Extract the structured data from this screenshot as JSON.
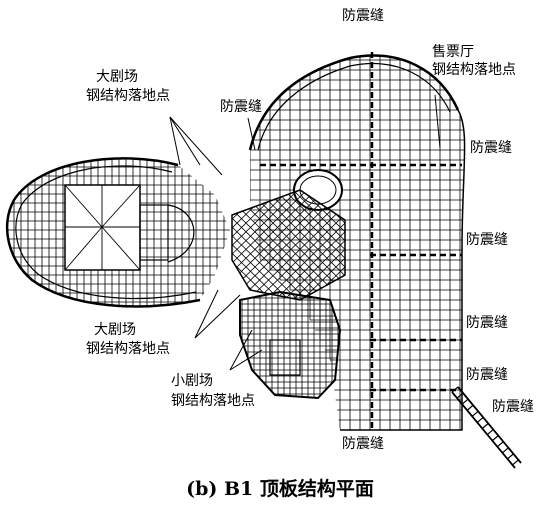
{
  "labels": {
    "joint_top": "防震缝",
    "joint_upper_left": "防震缝",
    "ticket_hall": "售票厅",
    "ticket_hall_steel": "钢结构落地点",
    "grand_theater_top": "大剧场",
    "grand_theater_top_steel": "钢结构落地点",
    "joint_right_1": "防震缝",
    "joint_right_2": "防震缝",
    "joint_right_3": "防震缝",
    "joint_right_4": "防震缝",
    "joint_right_5": "防震缝",
    "grand_theater_mid": "大剧场",
    "grand_theater_mid_steel": "钢结构落地点",
    "small_theater": "小剧场",
    "small_theater_steel": "钢结构落地点",
    "joint_bottom": "防震缝"
  },
  "caption": "(b)  B1 顶板结构平面"
}
